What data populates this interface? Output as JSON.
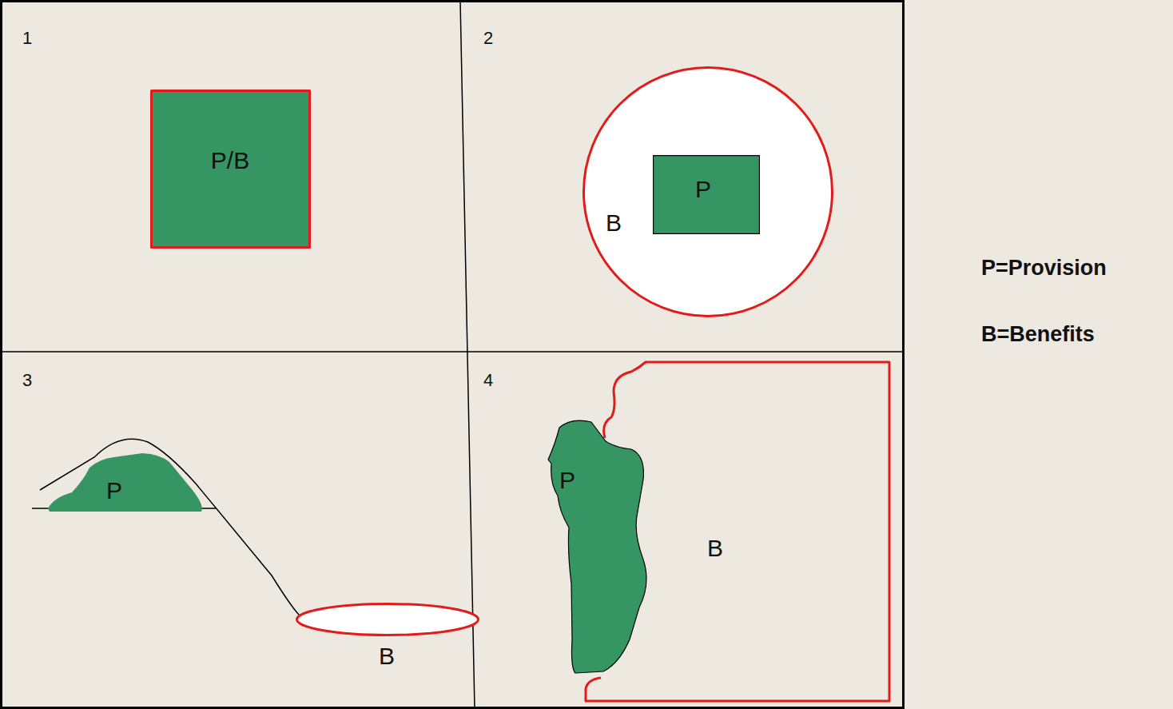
{
  "diagram": {
    "nodes": [
      {
        "text": [
          "P/B"
        ]
      },
      {
        "text": [
          "B"
        ]
      },
      {
        "text": [
          "P"
        ],
        "in": 1
      },
      {
        "text": [
          "P"
        ]
      },
      {
        "text": [
          "B"
        ]
      },
      {
        "text": [
          "P"
        ]
      },
      {
        "text": [
          "B"
        ]
      }
    ],
    "labels": [
      "1",
      "2",
      "3",
      "4",
      "P=Provision",
      "B=Benefits"
    ]
  }
}
